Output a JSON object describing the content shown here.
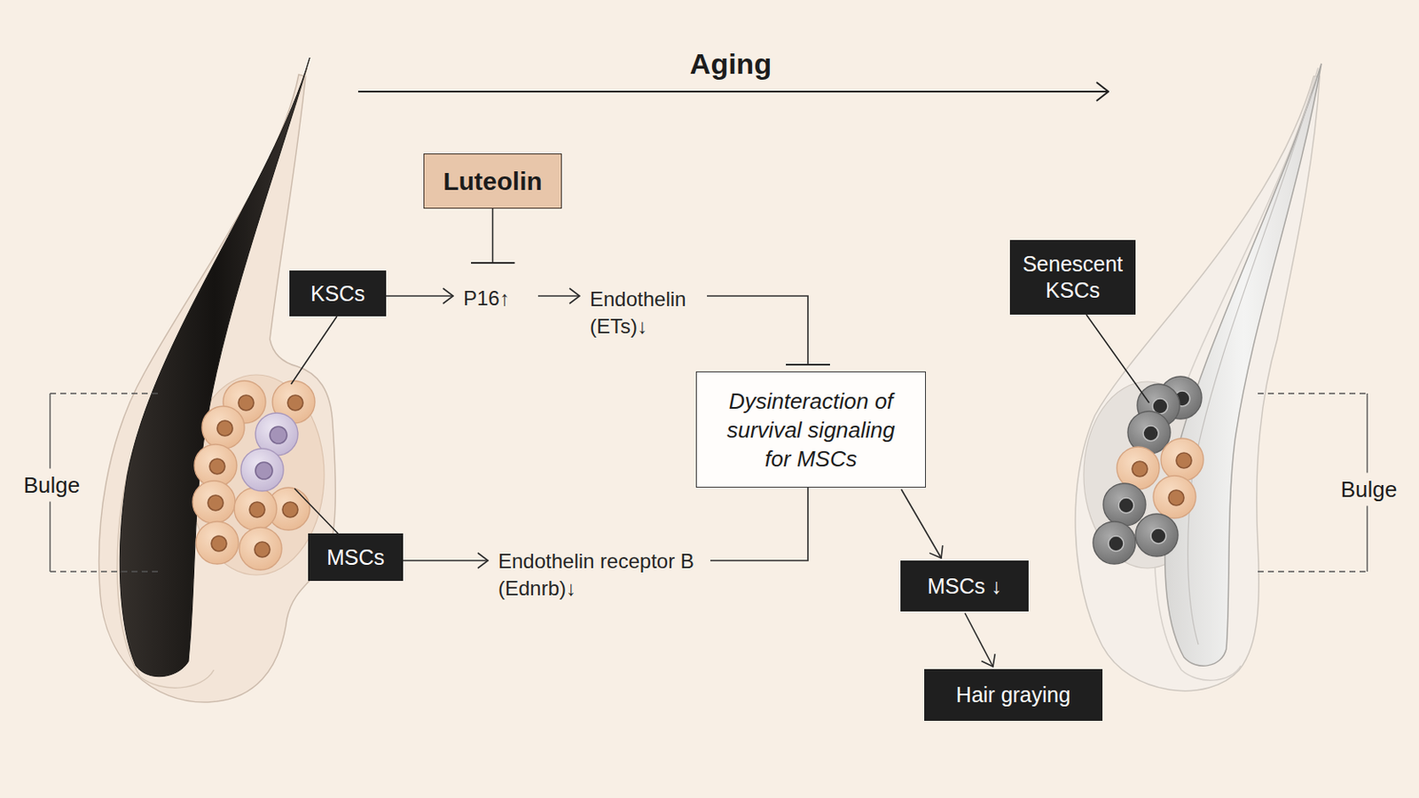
{
  "diagram": {
    "nodes": [
      {
        "text": [
          "Luteolin"
        ]
      },
      {
        "text": [
          "KSCs"
        ]
      },
      {
        "text": [
          "P16↑"
        ]
      },
      {
        "text": [
          "Endothelin (ETs)↓"
        ]
      },
      {
        "text": [
          "Senescent KSCs"
        ]
      },
      {
        "text": [
          "Dysinteraction of survival signaling for MSCs"
        ]
      },
      {
        "text": [
          "MSCs"
        ]
      },
      {
        "text": [
          "Endothelin receptor B (Ednrb)↓"
        ]
      },
      {
        "text": [
          "MSCs ↓"
        ]
      },
      {
        "text": [
          "Hair graying"
        ]
      }
    ],
    "edges": [
      {
        "from": 0,
        "to": 2,
        "arrow": "to"
      },
      {
        "from": 1,
        "to": 2,
        "arrow": "to"
      },
      {
        "from": 2,
        "to": 3,
        "arrow": "to"
      },
      {
        "from": 3,
        "to": 5,
        "arrow": "to"
      },
      {
        "from": 6,
        "to": 7,
        "arrow": "to"
      },
      {
        "from": 7,
        "to": 5,
        "arrow": "none"
      },
      {
        "from": 5,
        "to": 8,
        "arrow": "to"
      },
      {
        "from": 8,
        "to": 9,
        "arrow": "to"
      }
    ],
    "labels": [
      "Aging",
      "Bulge",
      "Bulge"
    ]
  }
}
